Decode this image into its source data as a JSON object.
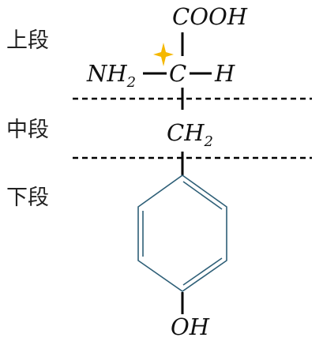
{
  "sections": {
    "upper": "上段",
    "middle": "中段",
    "lower": "下段"
  },
  "formula": {
    "carboxyl": "COOH",
    "amino_main": "NH",
    "amino_sub": "2",
    "carbon": "C",
    "hydrogen": "H",
    "methylene_main": "CH",
    "methylene_sub": "2",
    "hydroxyl": "OH"
  },
  "colors": {
    "chiral_star": "#F5B800",
    "ring_stroke": "#2E5F77",
    "bond": "#000000"
  },
  "icons": {
    "chiral_marker": "four-point-star-icon"
  }
}
